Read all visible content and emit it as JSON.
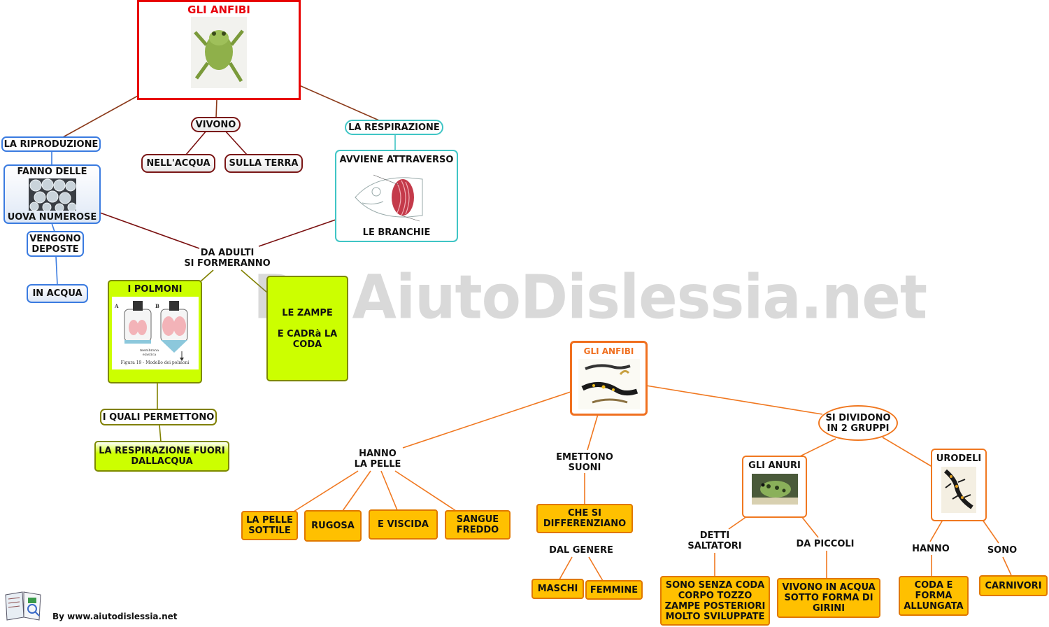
{
  "top_map": {
    "title": "GLI ANFIBI",
    "riproduzione": {
      "label": "LA RIPRODUZIONE",
      "fanno_1": "FANNO DELLE",
      "fanno_2": "UOVA NUMEROSE",
      "vengono_1": "VENGONO",
      "vengono_2": "DEPOSTE",
      "in_acqua": "IN ACQUA"
    },
    "vivono": {
      "label": "VIVONO",
      "acqua": "NELL'ACQUA",
      "terra": "SULLA TERRA"
    },
    "respirazione": {
      "label": "LA RESPIRAZIONE",
      "avviene": "AVVIENE ATTRAVERSO",
      "branchie": "LE BRANCHIE"
    },
    "adulti": {
      "line1": "DA ADULTI",
      "line2": "SI FORMERANNO",
      "polmoni": "I POLMONI",
      "figura": "Figura 19 - Modello dei polmoni",
      "membrana": "membrana elastica",
      "zampe": "LE ZAMPE",
      "coda_1": "E CADRà LA",
      "coda_2": "CODA",
      "quali": "I QUALI PERMETTONO",
      "resp_fuori_1": "LA RESPIRAZIONE FUORI",
      "resp_fuori_2": "DALLACQUA"
    }
  },
  "bottom_map": {
    "title": "GLI ANFIBI",
    "pelle": {
      "line1": "HANNO",
      "line2": "LA PELLE",
      "sottile_1": "LA PELLE",
      "sottile_2": "SOTTILE",
      "rugosa": "RUGOSA",
      "viscida": "E VISCIDA",
      "sangue_1": "SANGUE",
      "sangue_2": "FREDDO"
    },
    "suoni": {
      "line1": "EMETTONO",
      "line2": "SUONI",
      "diff_1": "CHE SI",
      "diff_2": "DIFFERENZIANO",
      "genere": "DAL GENERE",
      "maschi": "MASCHI",
      "femmine": "FEMMINE"
    },
    "gruppi": {
      "line1": "SI DIVIDONO",
      "line2": "IN 2 GRUPPI",
      "anuri": "GLI ANURI",
      "detti_1": "DETTI",
      "detti_2": "SALTATORI",
      "senza_1": "SONO SENZA CODA",
      "senza_2": "CORPO TOZZO",
      "senza_3": "ZAMPE POSTERIORI",
      "senza_4": "MOLTO SVILUPPATE",
      "piccoli": "DA PICCOLI",
      "vivono_1": "VIVONO IN ACQUA",
      "vivono_2": "SOTTO FORMA DI",
      "vivono_3": "GIRINI",
      "urodeli": "URODELI",
      "hanno": "HANNO",
      "coda_1": "CODA E",
      "coda_2": "FORMA",
      "coda_3": "ALLUNGATA",
      "sono": "SONO",
      "carnivori": "CARNIVORI"
    }
  },
  "watermark": "By AiutoDislessia.net",
  "footer": "By www.aiutodislessia.net",
  "colors": {
    "title_red": "#e8000d",
    "title_orange": "#f07020",
    "line_brown": "#8b3a1a",
    "line_darkred": "#7a1010",
    "line_olive": "#808000",
    "line_blue": "#3a7be0",
    "line_teal": "#3fc5c5",
    "line_orange": "#f07820",
    "box_yellow": "#ffc000",
    "box_lime": "#ccff00"
  },
  "icons": [
    "frog-image",
    "frog-eggs-image",
    "fish-gills-image",
    "lungs-model-image",
    "salamanders-image",
    "anuro-frog-image",
    "urodelo-salamander-image",
    "book-logo-icon"
  ]
}
